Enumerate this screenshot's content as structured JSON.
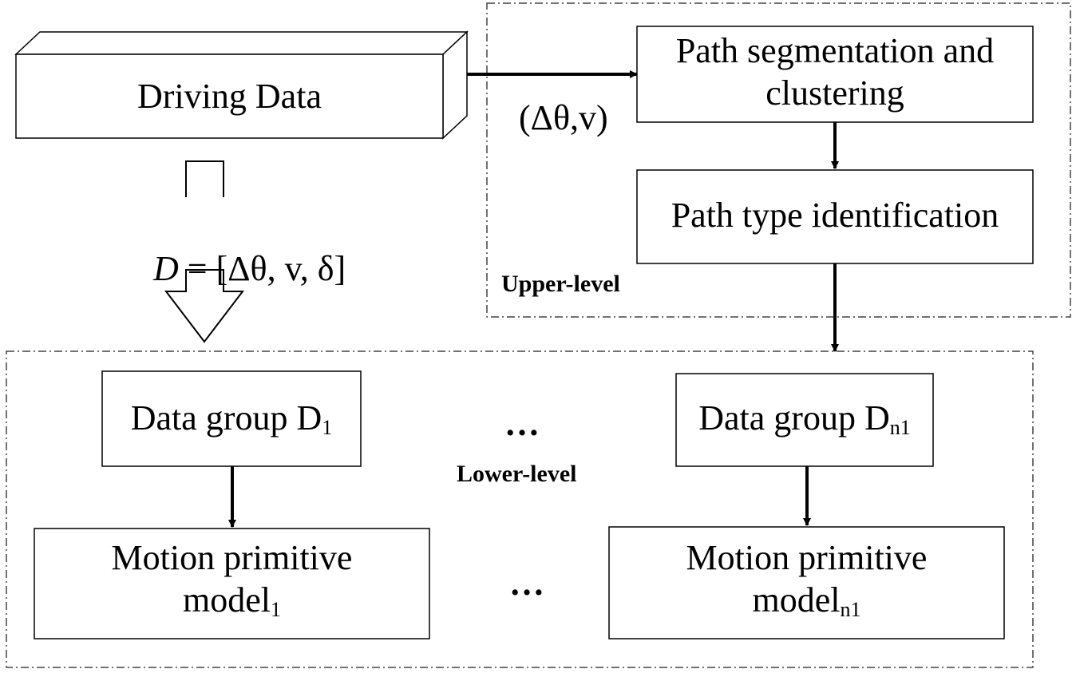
{
  "nodes": {
    "driving_data": "Driving Data",
    "path_segmentation_line1": "Path segmentation and",
    "path_segmentation_line2": "clustering",
    "path_type": "Path type identification",
    "data_group_1": "Data group D",
    "data_group_1_sub": "1",
    "data_group_n": "Data group D",
    "data_group_n_sub": "n1",
    "motion_1_line1": "Motion primitive",
    "motion_1_line2": "model",
    "motion_1_sub": "1",
    "motion_n_line1": "Motion primitive",
    "motion_n_line2": "model",
    "motion_n_sub": "n1"
  },
  "regions": {
    "upper": "Upper-level",
    "lower": "Lower-level"
  },
  "labels": {
    "arrow_input": "(Δθ,v)",
    "formula_lhs": "D",
    "formula_rhs": " = [Δθ, v, δ]",
    "ellipsis": "…"
  }
}
